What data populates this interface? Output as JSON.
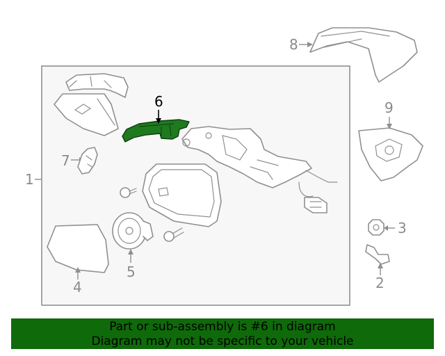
{
  "callouts": {
    "c1": "1",
    "c2": "2",
    "c3": "3",
    "c4": "4",
    "c5": "5",
    "c6": "6",
    "c7": "7",
    "c8": "8",
    "c9": "9"
  },
  "highlighted_part": "6",
  "colors": {
    "highlight": "#1f7a1f",
    "banner": "#0f6a0a",
    "line": "#8f8f8f"
  },
  "banner": {
    "line1": "Part or sub-assembly is #6 in diagram",
    "line2": "Diagram may not be specific to your vehicle"
  }
}
